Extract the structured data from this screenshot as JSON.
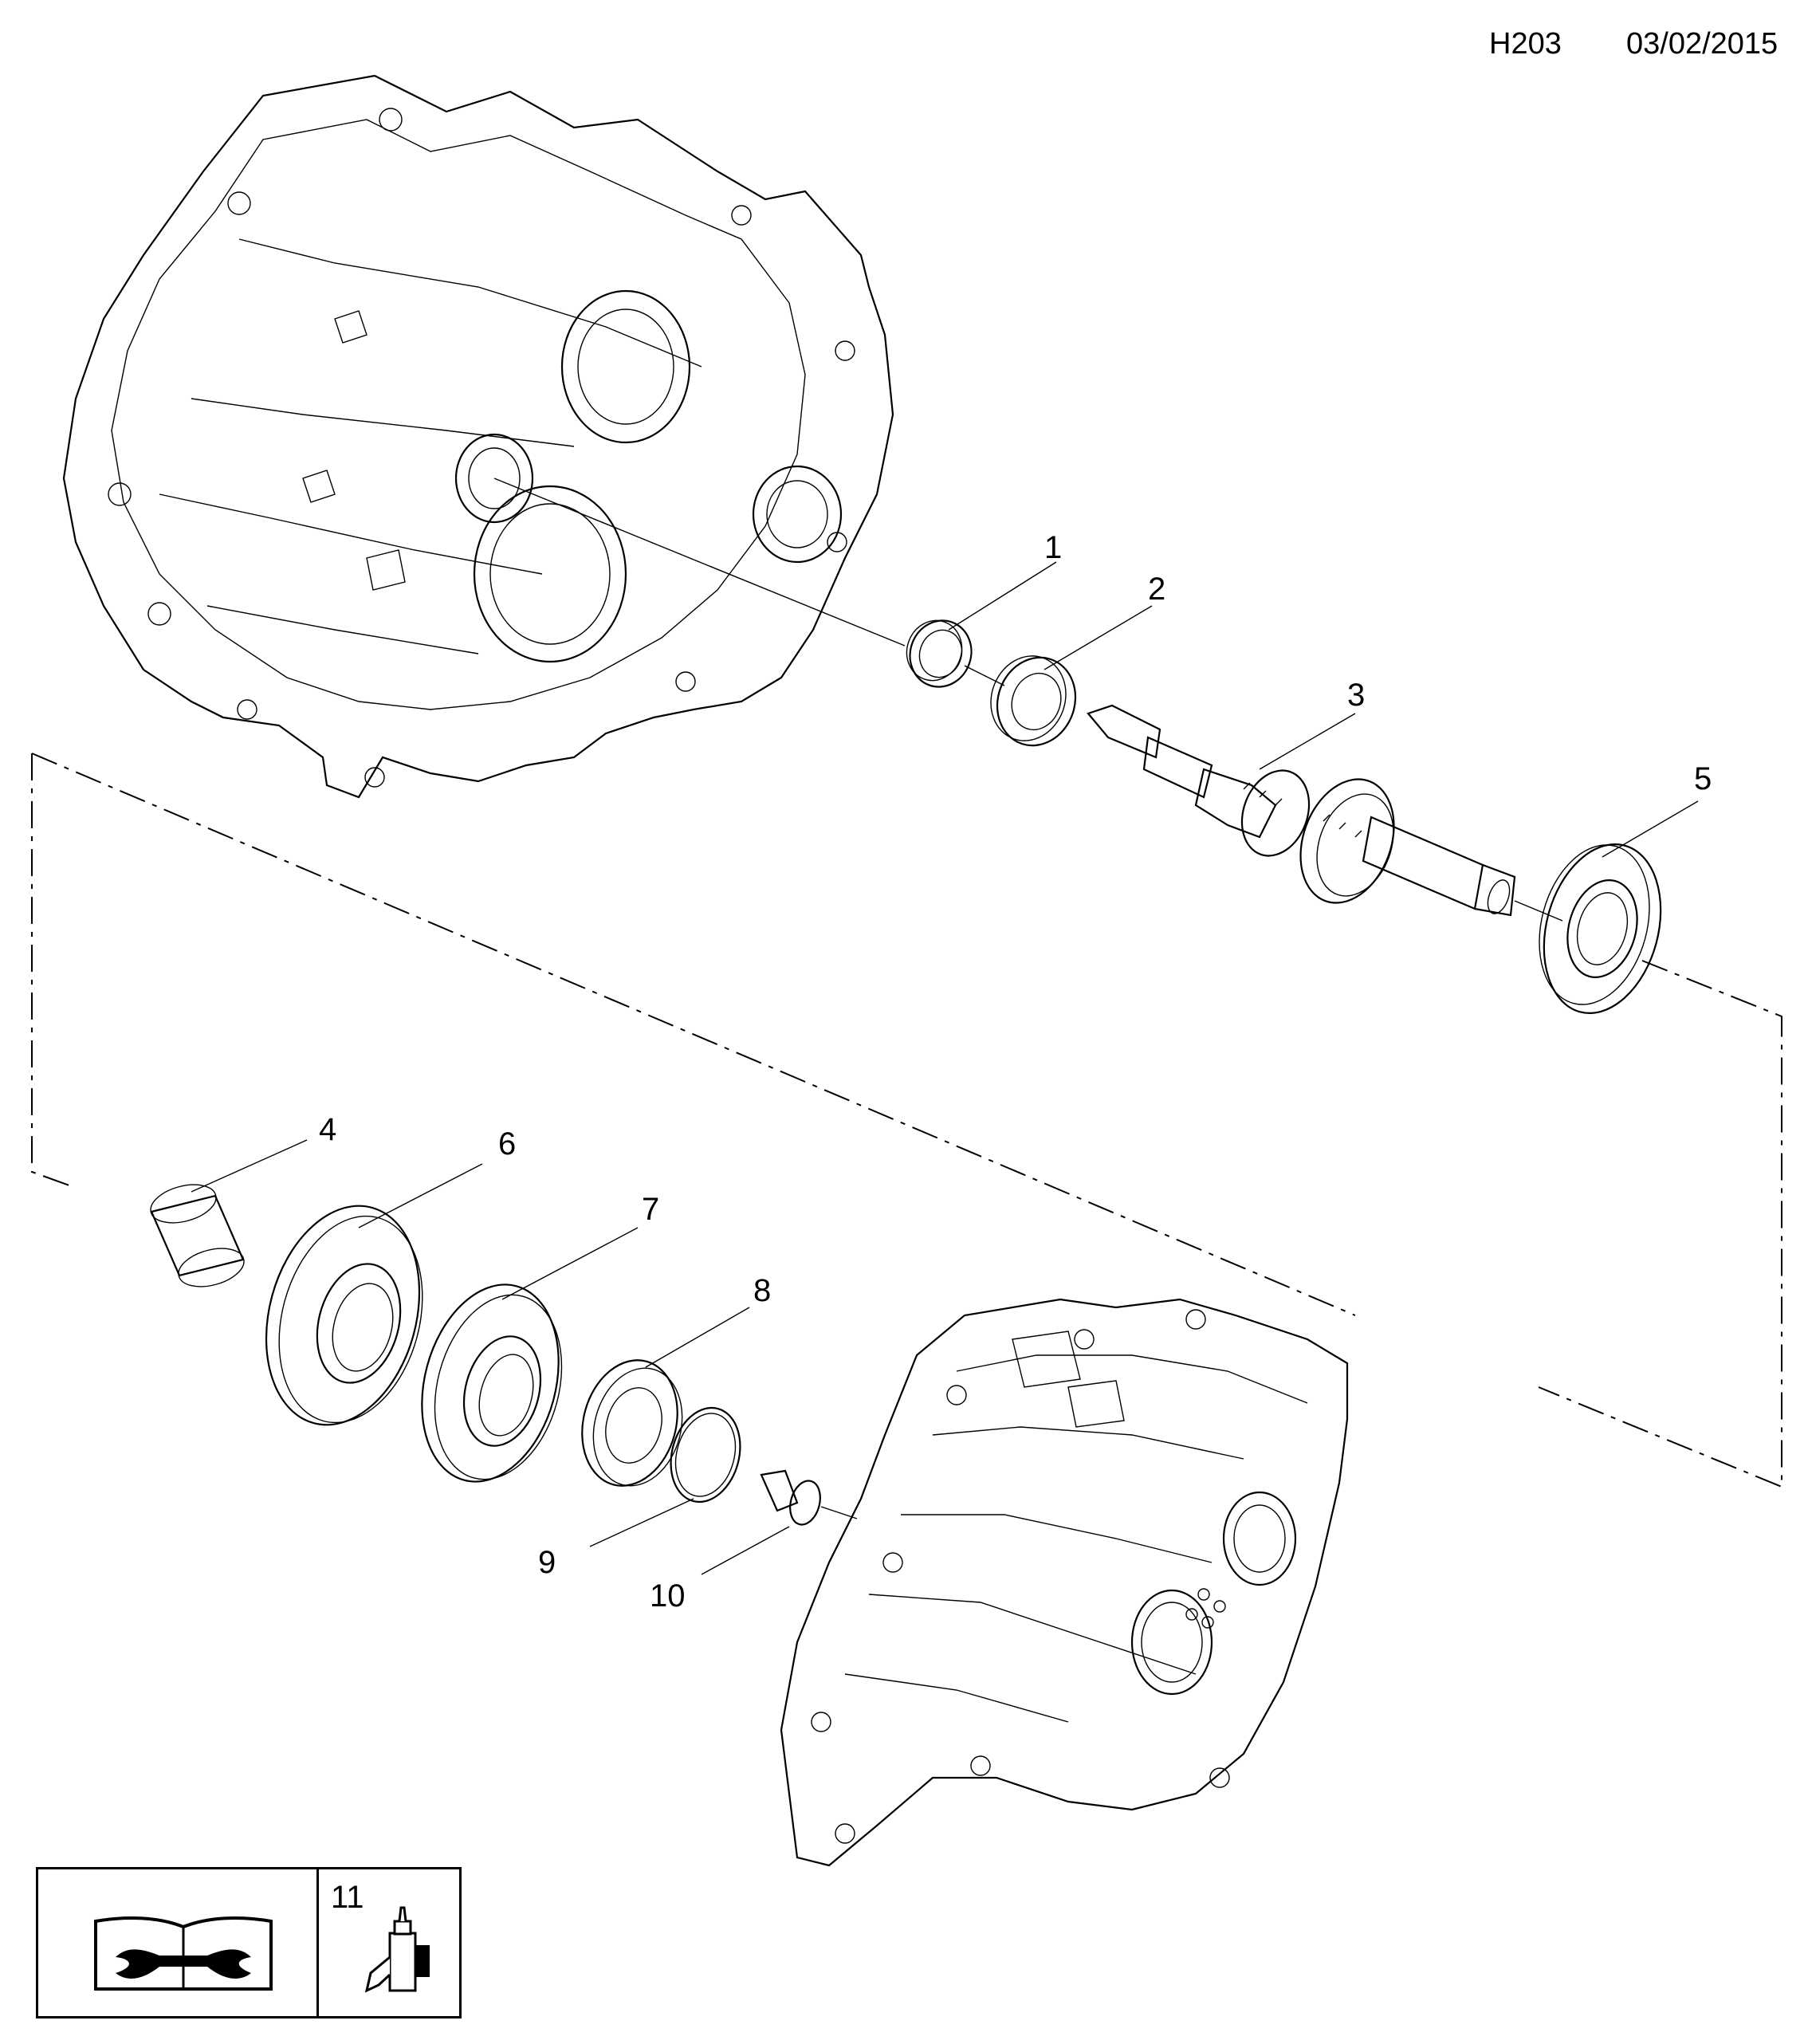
{
  "header": {
    "code": "H203",
    "date": "03/02/2015"
  },
  "callouts": [
    "1",
    "2",
    "3",
    "4",
    "5",
    "6",
    "7",
    "8",
    "9",
    "10"
  ],
  "legend": {
    "item_number": "11",
    "left_icon": "repair-manual-icon",
    "right_icon": "sealant-bottle-icon"
  }
}
